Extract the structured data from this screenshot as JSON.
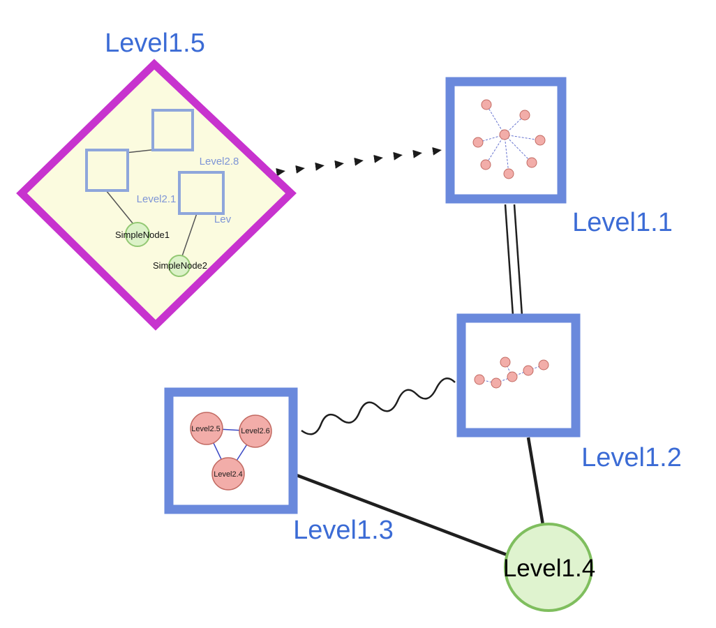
{
  "colors": {
    "label_blue": "#3B6BD5",
    "inner_label_blue": "#7E95D6",
    "diamond_border": "#C733CE",
    "diamond_fill": "#FBFBDF",
    "square_border": "#6A89DC",
    "square_inner_border": "#8EA6DB",
    "green_fill": "#DCF2C8",
    "green_border": "#93C873",
    "big_green_fill": "#DFF3CF",
    "big_green_border": "#7FBE5E",
    "pink_fill": "#F2ADA9",
    "pink_border": "#C26A62",
    "mini_edge_blue": "#6673CF",
    "triangle_edge_blue": "#3947C4",
    "edge_dark": "#1F1F1F"
  },
  "graph": {
    "level1_5": {
      "label": "Level1.5",
      "shape": "diamond"
    },
    "level1_1": {
      "label": "Level1.1",
      "shape": "square"
    },
    "level1_2": {
      "label": "Level1.2",
      "shape": "square"
    },
    "level1_3": {
      "label": "Level1.3",
      "shape": "square"
    },
    "level1_4": {
      "label": "Level1.4",
      "shape": "circle"
    },
    "level2_8": {
      "label": "Level2.8",
      "shape": "square"
    },
    "level2_1": {
      "label": "Level2.1",
      "shape": "square"
    },
    "level2_x": {
      "label": "Lev",
      "shape": "square"
    },
    "simple_node_1": {
      "label": "SimpleNode1",
      "shape": "circle"
    },
    "simple_node_2": {
      "label": "SimpleNode2",
      "shape": "circle"
    },
    "level2_5": {
      "label": "Level2.5",
      "shape": "circle"
    },
    "level2_6": {
      "label": "Level2.6",
      "shape": "circle"
    },
    "level2_4": {
      "label": "Level2.4",
      "shape": "circle"
    }
  },
  "edges": [
    {
      "source": "Level1.5",
      "target": "Level1.1",
      "style": "bold-dashed-arrowheads"
    },
    {
      "source": "Level1.1",
      "target": "Level1.2",
      "style": "double-line"
    },
    {
      "source": "Level1.3",
      "target": "Level1.2",
      "style": "wavy-line"
    },
    {
      "source": "Level1.3",
      "target": "Level1.4",
      "style": "thick-line"
    },
    {
      "source": "Level1.2",
      "target": "Level1.4",
      "style": "thick-line"
    },
    {
      "source": "Level2.8",
      "target": "Level2.1",
      "style": "line"
    },
    {
      "source": "Level2.1",
      "target": "SimpleNode1",
      "style": "line"
    },
    {
      "source": "Lev",
      "target": "SimpleNode2",
      "style": "line"
    },
    {
      "source": "Level2.5",
      "target": "Level2.6",
      "style": "line"
    },
    {
      "source": "Level2.5",
      "target": "Level2.4",
      "style": "line"
    },
    {
      "source": "Level2.6",
      "target": "Level2.4",
      "style": "line"
    }
  ]
}
